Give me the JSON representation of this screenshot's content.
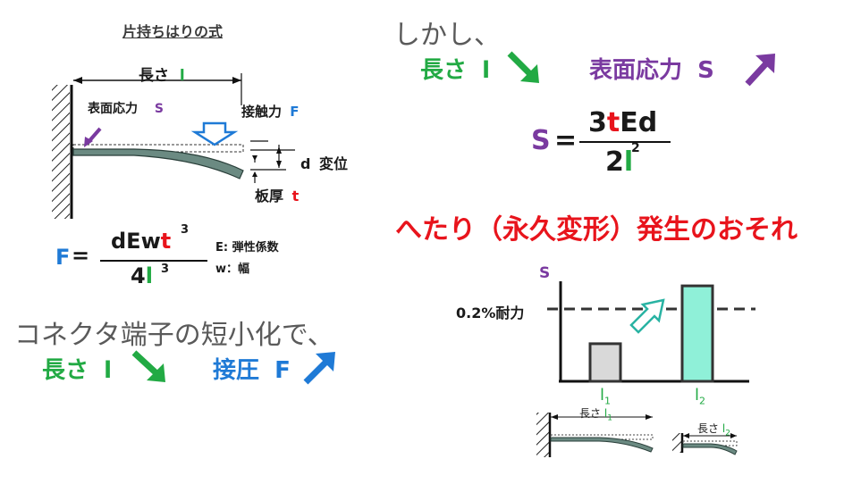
{
  "left": {
    "title": "片持ちはりの式",
    "length_label": "長さ",
    "length_var": "l",
    "surface_stress_label": "表面応力",
    "surface_stress_var": "S",
    "contact_force_label": "接触力",
    "contact_force_var": "F",
    "displacement_var": "d",
    "displacement_label": "変位",
    "thickness_label": "板厚",
    "thickness_var": "t",
    "formula": {
      "lhs": "F",
      "equals": "=",
      "num_main": "dEw",
      "num_var": "t",
      "num_exp": "3",
      "den_main": "4",
      "den_var": "l",
      "den_exp": "3"
    },
    "legend_e": "E: 弾性係数",
    "legend_w": "w：幅"
  },
  "bottom_left": {
    "line1": "コネクタ端子の短小化で、",
    "length_label": "長さ",
    "length_var": "l",
    "force_label": "接圧",
    "force_var": "F"
  },
  "right": {
    "intro": "しかし、",
    "length_label": "長さ",
    "length_var": "l",
    "stress_label": "表面応力",
    "stress_var": "S",
    "formula": {
      "lhs": "S",
      "equals": "=",
      "num_a": "3",
      "num_t": "t",
      "num_b": "Ed",
      "den_main": "2",
      "den_var": "l",
      "den_exp": "2"
    },
    "warning": "へたり（永久変形）発生のおそれ",
    "chart": {
      "y_axis_label": "S",
      "threshold_label": "0.2%耐力",
      "bar1_label_var": "l",
      "bar1_label_sub": "1",
      "bar2_label_var": "l",
      "bar2_label_sub": "2"
    },
    "beam1_label": "長さ",
    "beam1_var": "l",
    "beam1_sub": "1",
    "beam2_label": "長さ",
    "beam2_var": "l",
    "beam2_sub": "2"
  },
  "chart_data": {
    "type": "bar",
    "categories": [
      "l1",
      "l2"
    ],
    "values": [
      0.52,
      1.32
    ],
    "threshold": 1.0,
    "threshold_label": "0.2%耐力",
    "ylabel": "S"
  },
  "colors": {
    "green": "#22aa44",
    "purple": "#7a3aa0",
    "blue": "#1f7ad6",
    "red": "#e8141c",
    "bar1": "#d9d9d9",
    "bar2": "#8ff0d8"
  }
}
